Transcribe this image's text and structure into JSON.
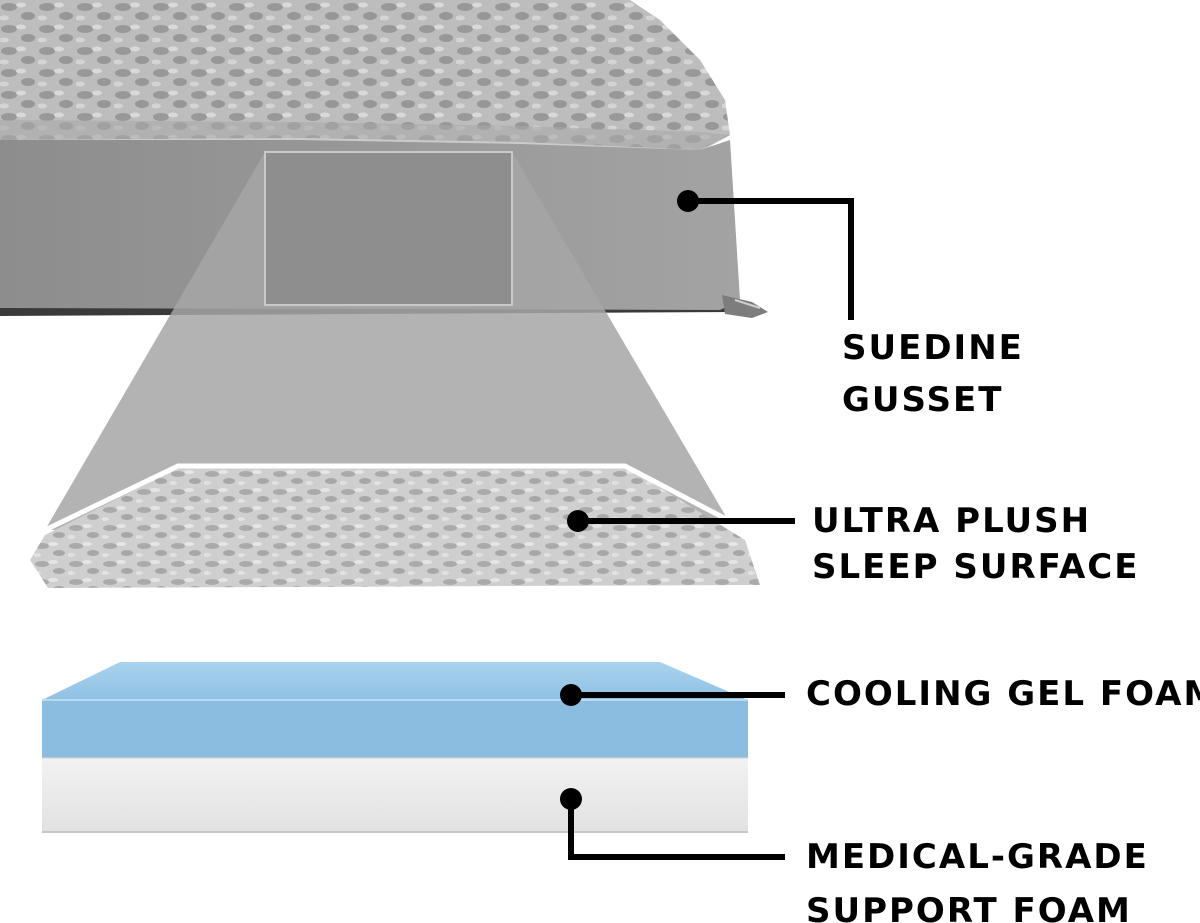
{
  "callouts": {
    "gusset": {
      "line1": "SUEDINE",
      "line2": "GUSSET"
    },
    "surface": {
      "line1": "ULTRA PLUSH",
      "line2": "SLEEP SURFACE"
    },
    "gel": {
      "line1": "COOLING GEL FOAM"
    },
    "support": {
      "line1": "MEDICAL-GRADE",
      "line2": "SUPPORT FOAM"
    }
  },
  "colors": {
    "plush": "#b5b5b5",
    "gusset": "#9b9b9b",
    "gel": "#9fcbe8",
    "support_foam": "#ececec",
    "callout_line": "#000000"
  }
}
